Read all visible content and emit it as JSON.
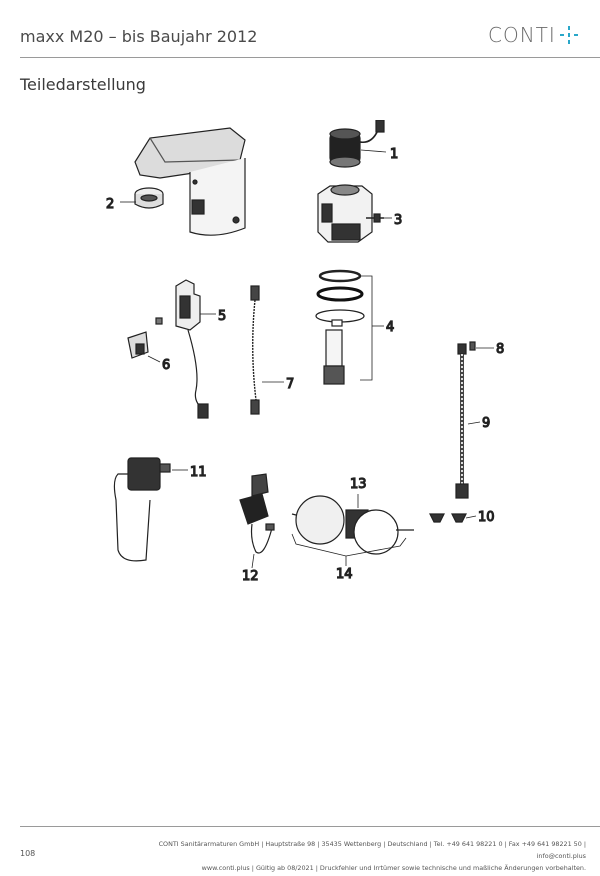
{
  "header": {
    "title": "maxx M20 – bis Baujahr 2012",
    "brand": "CONTI",
    "accent_color": "#2aa7c9"
  },
  "section": {
    "title": "Teiledarstellung"
  },
  "callouts": {
    "p1": "1",
    "p2": "2",
    "p3": "3",
    "p4": "4",
    "p5": "5",
    "p6": "6",
    "p7": "7",
    "p8": "8",
    "p9": "9",
    "p10": "10",
    "p11": "11",
    "p12": "12",
    "p13": "13",
    "p14": "14"
  },
  "footer": {
    "page_number": "108",
    "line1": "CONTI Sanitärarmaturen GmbH | Hauptstraße 98 | 35435 Wettenberg | Deutschland | Tel. +49 641 98221 0 | Fax +49 641 98221 50 | info@conti.plus",
    "line2": "www.conti.plus | Gültig ab 08/2021 | Druckfehler und Irrtümer sowie technische und maßliche Änderungen vorbehalten."
  }
}
